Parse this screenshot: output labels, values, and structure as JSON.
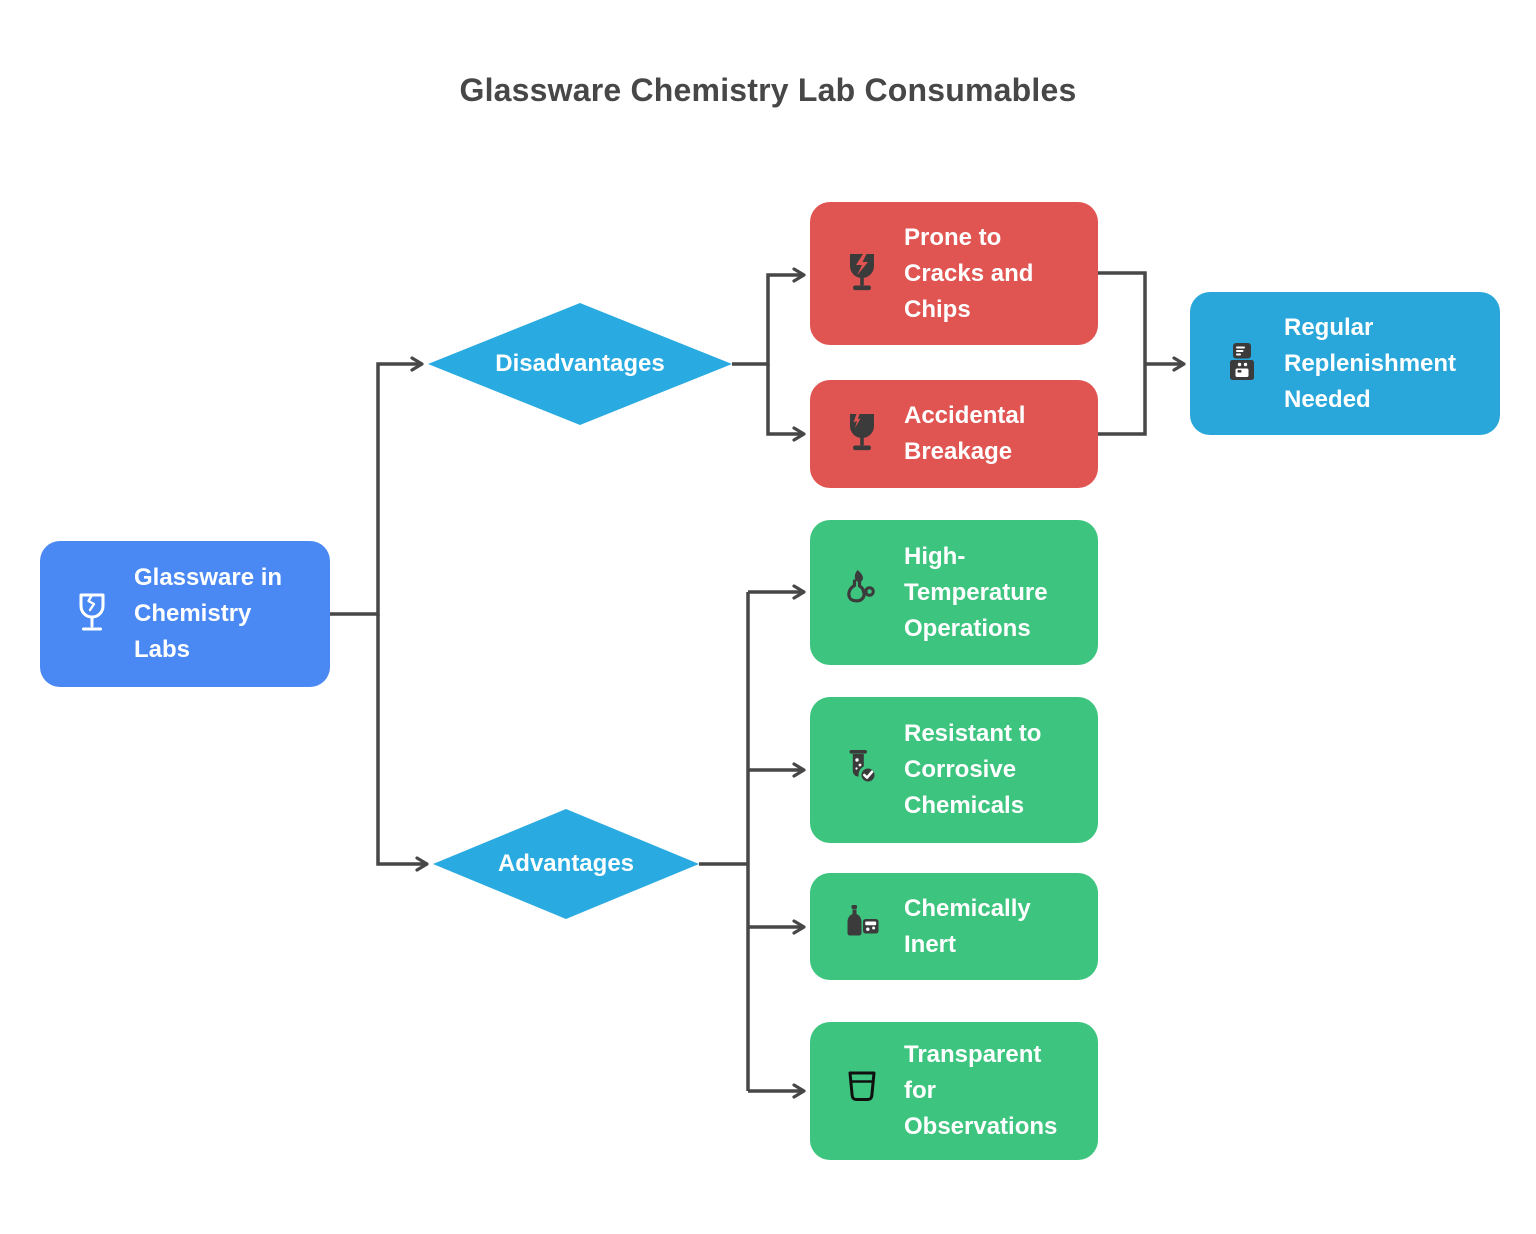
{
  "title": "Glassware Chemistry Lab Consumables",
  "root": {
    "label": "Glassware in Chemistry Labs",
    "icon": "cracked-wine-glass"
  },
  "decisions": [
    {
      "label": "Disadvantages"
    },
    {
      "label": "Advantages"
    }
  ],
  "disadvantages": [
    {
      "label": "Prone to Cracks and Chips",
      "icon": "fragile-broken-glass"
    },
    {
      "label": "Accidental Breakage",
      "icon": "chipped-wine-glass"
    }
  ],
  "outcome": {
    "label": "Regular Replenishment Needed",
    "icon": "water-dispenser"
  },
  "advantages": [
    {
      "label": "High-Temperature Operations",
      "icon": "burner-flask"
    },
    {
      "label": "Resistant to Corrosive Chemicals",
      "icon": "test-tube-check"
    },
    {
      "label": "Chemically Inert",
      "icon": "bottle-and-glass"
    },
    {
      "label": "Transparent for Observations",
      "icon": "drinking-glass"
    }
  ],
  "colors": {
    "root_blue": "#4A89F4",
    "decision_cyan": "#29ABE2",
    "outcome_cyan": "#29A7DA",
    "negative_red": "#E05452",
    "positive_green": "#3DC47E",
    "connector_gray": "#474747",
    "title_gray": "#474747",
    "icon_dark": "#3B3B3B",
    "node_text": "#FFFFFF"
  }
}
